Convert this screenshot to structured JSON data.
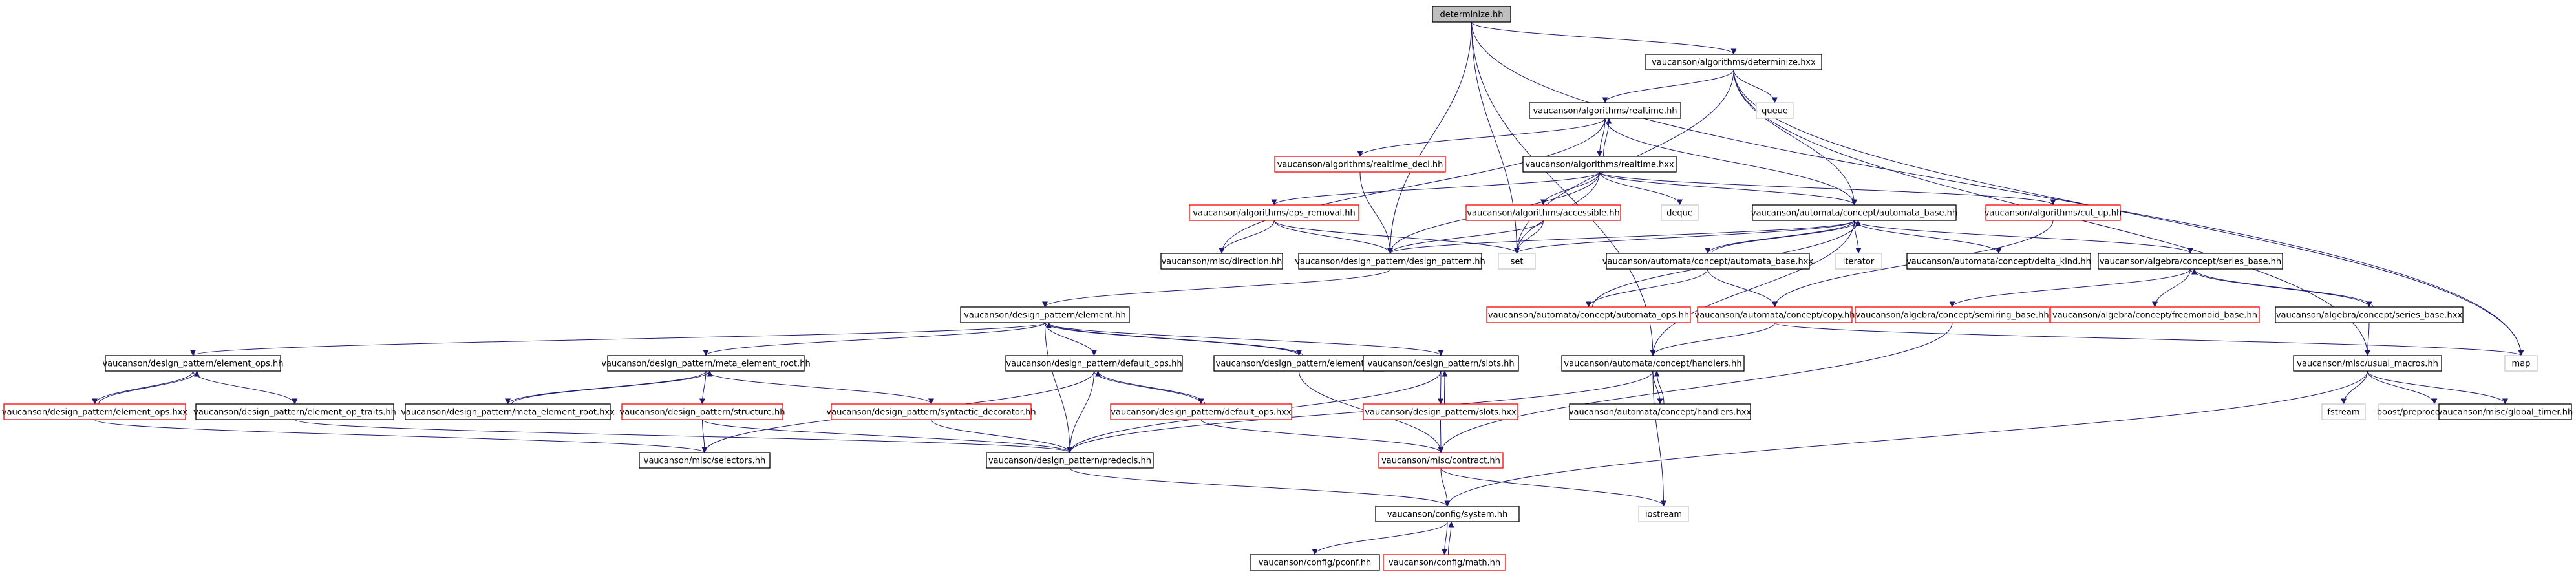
{
  "graph": {
    "edge_color": "#191970",
    "styles": {
      "root": {
        "fill": "#bfbfbf",
        "stroke": "#000000"
      },
      "normal": {
        "fill": "#ffffff",
        "stroke": "#000000"
      },
      "red": {
        "fill": "#ffffff",
        "stroke": "#ff0000"
      },
      "ext": {
        "fill": "#ffffff",
        "stroke": "#c8c8c8"
      }
    },
    "nodes": [
      {
        "id": "n0",
        "label": "determinize.hh",
        "style": "root"
      },
      {
        "id": "n1",
        "label": "vaucanson/algorithms/determinize.hxx",
        "style": "normal"
      },
      {
        "id": "n2",
        "label": "queue",
        "style": "ext"
      },
      {
        "id": "n3",
        "label": "vaucanson/algorithms/realtime.hh",
        "style": "normal"
      },
      {
        "id": "n4",
        "label": "vaucanson/algorithms/realtime_decl.hh",
        "style": "red"
      },
      {
        "id": "n5",
        "label": "vaucanson/algorithms/realtime.hxx",
        "style": "normal"
      },
      {
        "id": "n6",
        "label": "deque",
        "style": "ext"
      },
      {
        "id": "n7",
        "label": "vaucanson/algorithms/eps_removal.hh",
        "style": "red"
      },
      {
        "id": "n8",
        "label": "vaucanson/algorithms/accessible.hh",
        "style": "red"
      },
      {
        "id": "n9",
        "label": "vaucanson/automata/concept/automata_base.hh",
        "style": "normal"
      },
      {
        "id": "n10",
        "label": "vaucanson/algorithms/cut_up.hh",
        "style": "red"
      },
      {
        "id": "n11",
        "label": "vaucanson/misc/direction.hh",
        "style": "normal"
      },
      {
        "id": "n12",
        "label": "vaucanson/design_pattern/design_pattern.hh",
        "style": "normal"
      },
      {
        "id": "n13",
        "label": "set",
        "style": "ext"
      },
      {
        "id": "n14",
        "label": "vaucanson/automata/concept/automata_base.hxx",
        "style": "normal"
      },
      {
        "id": "n15",
        "label": "iterator",
        "style": "ext"
      },
      {
        "id": "n16",
        "label": "vaucanson/automata/concept/delta_kind.hh",
        "style": "normal"
      },
      {
        "id": "n17",
        "label": "vaucanson/algebra/concept/series_base.hh",
        "style": "normal"
      },
      {
        "id": "n18",
        "label": "vaucanson/design_pattern/element.hh",
        "style": "normal"
      },
      {
        "id": "n19",
        "label": "vaucanson/automata/concept/automata_ops.hh",
        "style": "red"
      },
      {
        "id": "n20",
        "label": "vaucanson/automata/concept/copy.hh",
        "style": "red"
      },
      {
        "id": "n21",
        "label": "vaucanson/algebra/concept/semiring_base.hh",
        "style": "red"
      },
      {
        "id": "n22",
        "label": "vaucanson/algebra/concept/freemonoid_base.hh",
        "style": "red"
      },
      {
        "id": "n23",
        "label": "vaucanson/algebra/concept/series_base.hxx",
        "style": "normal"
      },
      {
        "id": "n24",
        "label": "vaucanson/design_pattern/element_ops.hh",
        "style": "normal"
      },
      {
        "id": "n25",
        "label": "vaucanson/design_pattern/meta_element_root.hh",
        "style": "normal"
      },
      {
        "id": "n26",
        "label": "vaucanson/design_pattern/default_ops.hh",
        "style": "normal"
      },
      {
        "id": "n27",
        "label": "vaucanson/design_pattern/element.hxx",
        "style": "normal"
      },
      {
        "id": "n28",
        "label": "vaucanson/design_pattern/slots.hh",
        "style": "normal"
      },
      {
        "id": "n29",
        "label": "vaucanson/automata/concept/handlers.hh",
        "style": "normal"
      },
      {
        "id": "n30",
        "label": "map",
        "style": "ext"
      },
      {
        "id": "n31",
        "label": "vaucanson/misc/usual_macros.hh",
        "style": "normal"
      },
      {
        "id": "n32",
        "label": "vaucanson/design_pattern/element_ops.hxx",
        "style": "red"
      },
      {
        "id": "n33",
        "label": "vaucanson/design_pattern/element_op_traits.hh",
        "style": "normal"
      },
      {
        "id": "n34",
        "label": "vaucanson/design_pattern/meta_element_root.hxx",
        "style": "normal"
      },
      {
        "id": "n35",
        "label": "vaucanson/design_pattern/structure.hh",
        "style": "red"
      },
      {
        "id": "n36",
        "label": "vaucanson/design_pattern/syntactic_decorator.hh",
        "style": "red"
      },
      {
        "id": "n37",
        "label": "vaucanson/design_pattern/default_ops.hxx",
        "style": "red"
      },
      {
        "id": "n38",
        "label": "vaucanson/design_pattern/slots.hxx",
        "style": "red"
      },
      {
        "id": "n39",
        "label": "vaucanson/automata/concept/handlers.hxx",
        "style": "normal"
      },
      {
        "id": "n40",
        "label": "fstream",
        "style": "ext"
      },
      {
        "id": "n41",
        "label": "boost/preprocessor/cat.hpp",
        "style": "ext"
      },
      {
        "id": "n42",
        "label": "vaucanson/misc/global_timer.hh",
        "style": "normal"
      },
      {
        "id": "n43",
        "label": "vaucanson/misc/selectors.hh",
        "style": "normal"
      },
      {
        "id": "n44",
        "label": "vaucanson/design_pattern/predecls.hh",
        "style": "normal"
      },
      {
        "id": "n45",
        "label": "vaucanson/misc/contract.hh",
        "style": "red"
      },
      {
        "id": "n46",
        "label": "iostream",
        "style": "ext"
      },
      {
        "id": "n47",
        "label": "vaucanson/config/system.hh",
        "style": "normal"
      },
      {
        "id": "n48",
        "label": "vaucanson/config/pconf.hh",
        "style": "normal"
      },
      {
        "id": "n49",
        "label": "vaucanson/config/math.hh",
        "style": "red"
      }
    ],
    "edges": [
      [
        "n0",
        "n1"
      ],
      [
        "n0",
        "n12"
      ],
      [
        "n0",
        "n13"
      ],
      [
        "n0",
        "n29"
      ],
      [
        "n0",
        "n30"
      ],
      [
        "n1",
        "n3"
      ],
      [
        "n1",
        "n2"
      ],
      [
        "n1",
        "n9"
      ],
      [
        "n1",
        "n13"
      ],
      [
        "n1",
        "n30"
      ],
      [
        "n1",
        "n31"
      ],
      [
        "n3",
        "n4"
      ],
      [
        "n3",
        "n5"
      ],
      [
        "n3",
        "n11"
      ],
      [
        "n3",
        "n9"
      ],
      [
        "n4",
        "n12"
      ],
      [
        "n5",
        "n3"
      ],
      [
        "n5",
        "n7"
      ],
      [
        "n5",
        "n8"
      ],
      [
        "n5",
        "n6"
      ],
      [
        "n5",
        "n9"
      ],
      [
        "n5",
        "n10"
      ],
      [
        "n5",
        "n13"
      ],
      [
        "n5",
        "n12"
      ],
      [
        "n7",
        "n11"
      ],
      [
        "n7",
        "n12"
      ],
      [
        "n7",
        "n13"
      ],
      [
        "n8",
        "n12"
      ],
      [
        "n8",
        "n13"
      ],
      [
        "n9",
        "n13"
      ],
      [
        "n9",
        "n12"
      ],
      [
        "n9",
        "n14"
      ],
      [
        "n9",
        "n15"
      ],
      [
        "n9",
        "n16"
      ],
      [
        "n9",
        "n17"
      ],
      [
        "n9",
        "n29"
      ],
      [
        "n10",
        "n20"
      ],
      [
        "n12",
        "n18"
      ],
      [
        "n14",
        "n9"
      ],
      [
        "n14",
        "n19"
      ],
      [
        "n14",
        "n20"
      ],
      [
        "n17",
        "n21"
      ],
      [
        "n17",
        "n22"
      ],
      [
        "n17",
        "n23"
      ],
      [
        "n23",
        "n17"
      ],
      [
        "n23",
        "n31"
      ],
      [
        "n18",
        "n24"
      ],
      [
        "n18",
        "n25"
      ],
      [
        "n18",
        "n26"
      ],
      [
        "n18",
        "n27"
      ],
      [
        "n18",
        "n28"
      ],
      [
        "n18",
        "n44"
      ],
      [
        "n27",
        "n18"
      ],
      [
        "n27",
        "n45"
      ],
      [
        "n19",
        "n9"
      ],
      [
        "n20",
        "n29"
      ],
      [
        "n20",
        "n30"
      ],
      [
        "n21",
        "n45"
      ],
      [
        "n24",
        "n32"
      ],
      [
        "n24",
        "n33"
      ],
      [
        "n32",
        "n24"
      ],
      [
        "n32",
        "n43"
      ],
      [
        "n33",
        "n44"
      ],
      [
        "n25",
        "n34"
      ],
      [
        "n25",
        "n35"
      ],
      [
        "n25",
        "n36"
      ],
      [
        "n34",
        "n25"
      ],
      [
        "n35",
        "n43"
      ],
      [
        "n35",
        "n44"
      ],
      [
        "n36",
        "n44"
      ],
      [
        "n26",
        "n37"
      ],
      [
        "n26",
        "n43"
      ],
      [
        "n26",
        "n44"
      ],
      [
        "n37",
        "n26"
      ],
      [
        "n37",
        "n45"
      ],
      [
        "n28",
        "n38"
      ],
      [
        "n28",
        "n44"
      ],
      [
        "n38",
        "n28"
      ],
      [
        "n38",
        "n45"
      ],
      [
        "n29",
        "n39"
      ],
      [
        "n29",
        "n44"
      ],
      [
        "n29",
        "n46"
      ],
      [
        "n39",
        "n29"
      ],
      [
        "n31",
        "n40"
      ],
      [
        "n31",
        "n41"
      ],
      [
        "n31",
        "n42"
      ],
      [
        "n31",
        "n47"
      ],
      [
        "n45",
        "n47"
      ],
      [
        "n45",
        "n46"
      ],
      [
        "n44",
        "n47"
      ],
      [
        "n47",
        "n48"
      ],
      [
        "n47",
        "n49"
      ],
      [
        "n49",
        "n47"
      ]
    ]
  }
}
